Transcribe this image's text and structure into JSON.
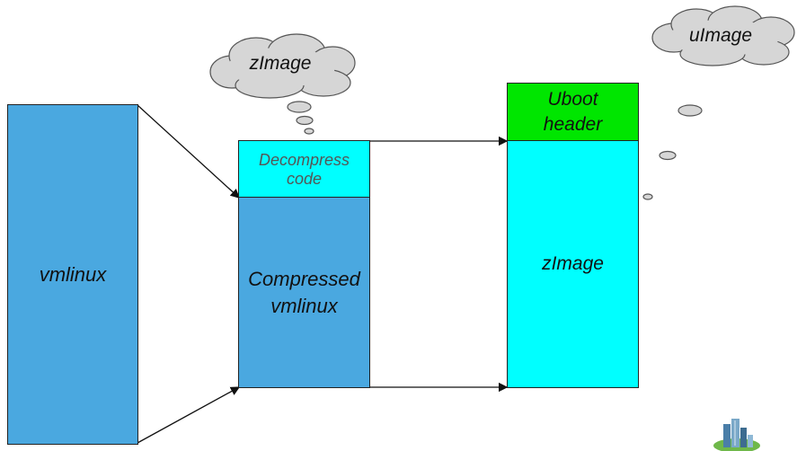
{
  "diagram": {
    "vmlinux_label": "vmlinux",
    "decompress_label_line1": "Decompress",
    "decompress_label_line2": "code",
    "compressed_label_line1": "Compressed",
    "compressed_label_line2": "vmlinux",
    "uboot_label_line1": "Uboot",
    "uboot_label_line2": "header",
    "zimage_box_label": "zImage",
    "zimage_cloud_label": "zImage",
    "uimage_cloud_label": "uImage"
  },
  "colors": {
    "blue": "#4aa8e0",
    "cyan": "#00ffff",
    "green": "#00e600",
    "cloud": "#d6d6d6"
  },
  "icons": {
    "corner": "building-logo-icon"
  }
}
